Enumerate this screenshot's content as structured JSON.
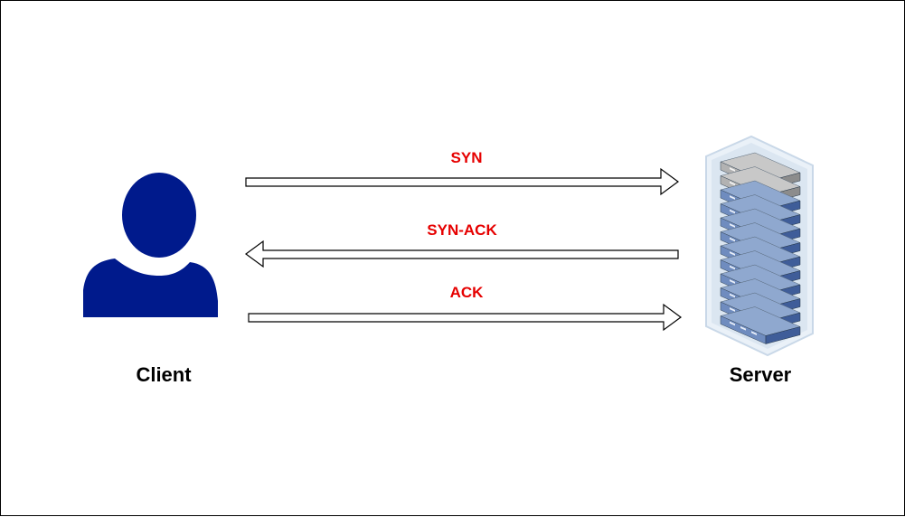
{
  "diagram": {
    "client": {
      "label": "Client",
      "icon": "user-icon",
      "color": "#001a8c"
    },
    "server": {
      "label": "Server",
      "icon": "server-rack-icon"
    },
    "messages": [
      {
        "label": "SYN",
        "direction": "client-to-server"
      },
      {
        "label": "SYN-ACK",
        "direction": "server-to-client"
      },
      {
        "label": "ACK",
        "direction": "client-to-server"
      }
    ],
    "message_label_color": "#e60000",
    "arrow_style": "hollow"
  }
}
